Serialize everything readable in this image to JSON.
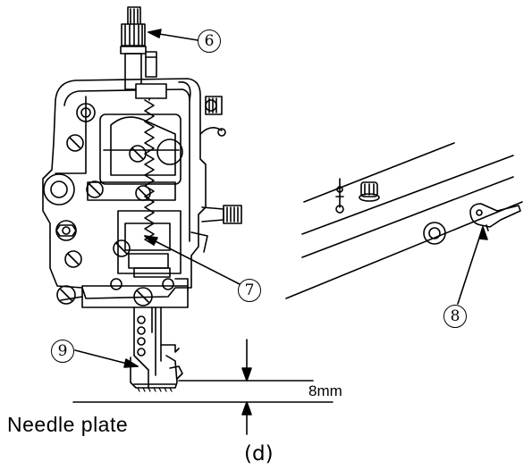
{
  "labels": {
    "needle_plate": "Needle plate",
    "dimension": "8mm",
    "caption": "(d)"
  },
  "callouts": {
    "c6": "6",
    "c7": "7",
    "c8": "8",
    "c9": "9"
  },
  "colors": {
    "line": "#000000",
    "background": "#ffffff"
  }
}
